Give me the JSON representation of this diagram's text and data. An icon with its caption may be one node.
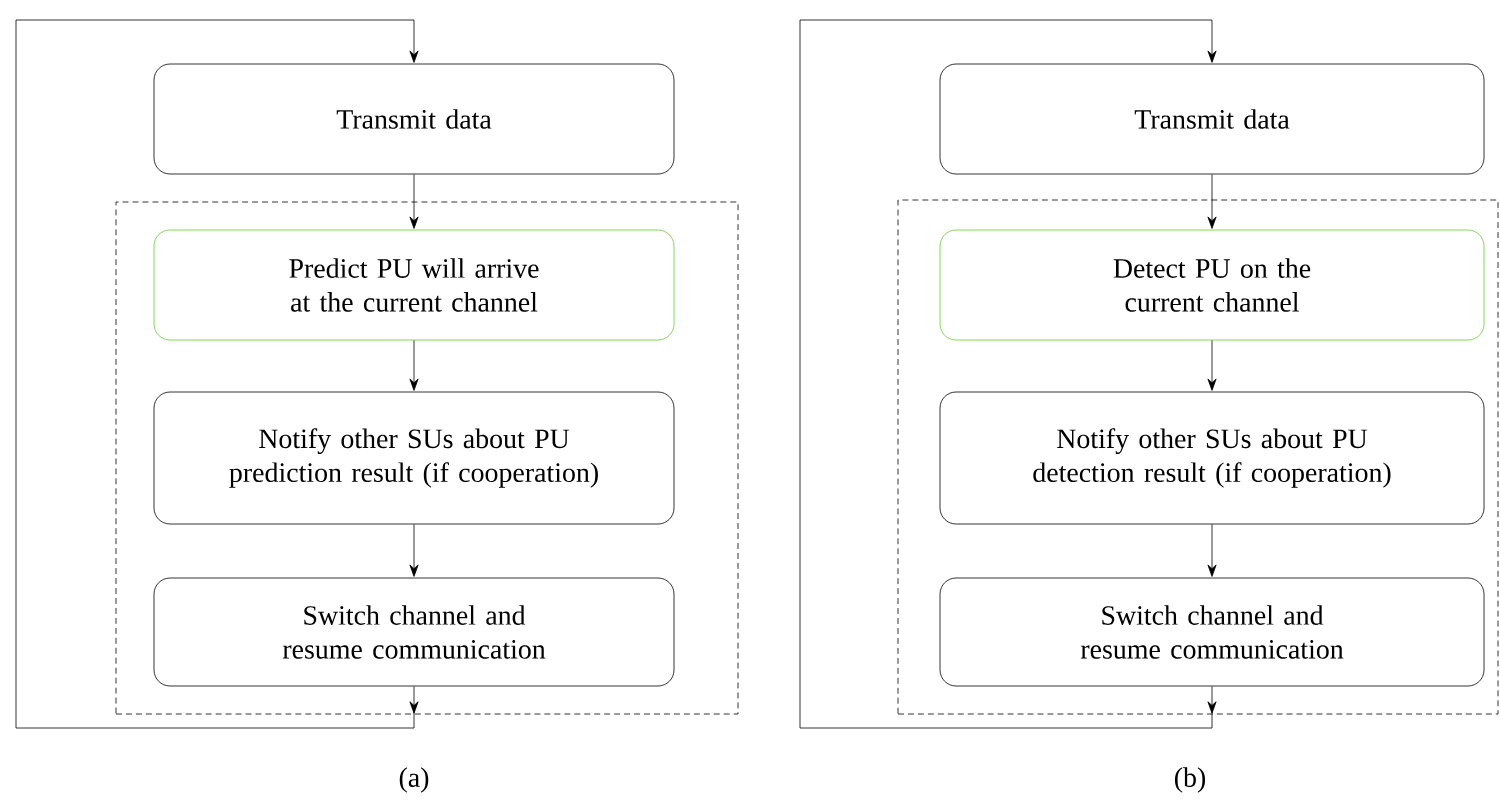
{
  "diagram": {
    "nodes": [
      {
        "text": [
          "Transmit data"
        ]
      },
      {
        "text": [],
        "shape": "box"
      },
      {
        "text": [
          "Predict PU will arrive at the current channel"
        ],
        "in": 1
      },
      {
        "text": [
          "Notify other SUs about PU prediction result (if cooperation)"
        ],
        "in": 1
      },
      {
        "text": [
          "Switch channel and resume communication"
        ],
        "in": 1
      },
      {
        "text": [
          "Transmit data"
        ]
      },
      {
        "text": [],
        "shape": "box"
      },
      {
        "text": [
          "Detect PU on the current channel"
        ],
        "in": 6
      },
      {
        "text": [
          "Notify other SUs about PU detection result (if cooperation)"
        ],
        "in": 6
      },
      {
        "text": [
          "Switch channel and resume communication"
        ],
        "in": 6
      }
    ],
    "edges": [
      {
        "from": 0,
        "to": 2,
        "arrow": "to"
      },
      {
        "from": 2,
        "to": 3,
        "arrow": "to"
      },
      {
        "from": 3,
        "to": 4,
        "arrow": "to"
      },
      {
        "from": 4,
        "to": 0,
        "arrow": "to"
      },
      {
        "from": 5,
        "to": 7,
        "arrow": "to"
      },
      {
        "from": 7,
        "to": 8,
        "arrow": "to"
      },
      {
        "from": 8,
        "to": 9,
        "arrow": "to"
      },
      {
        "from": 9,
        "to": 5,
        "arrow": "to"
      }
    ],
    "labels": [
      "(a)",
      "(b)"
    ]
  }
}
